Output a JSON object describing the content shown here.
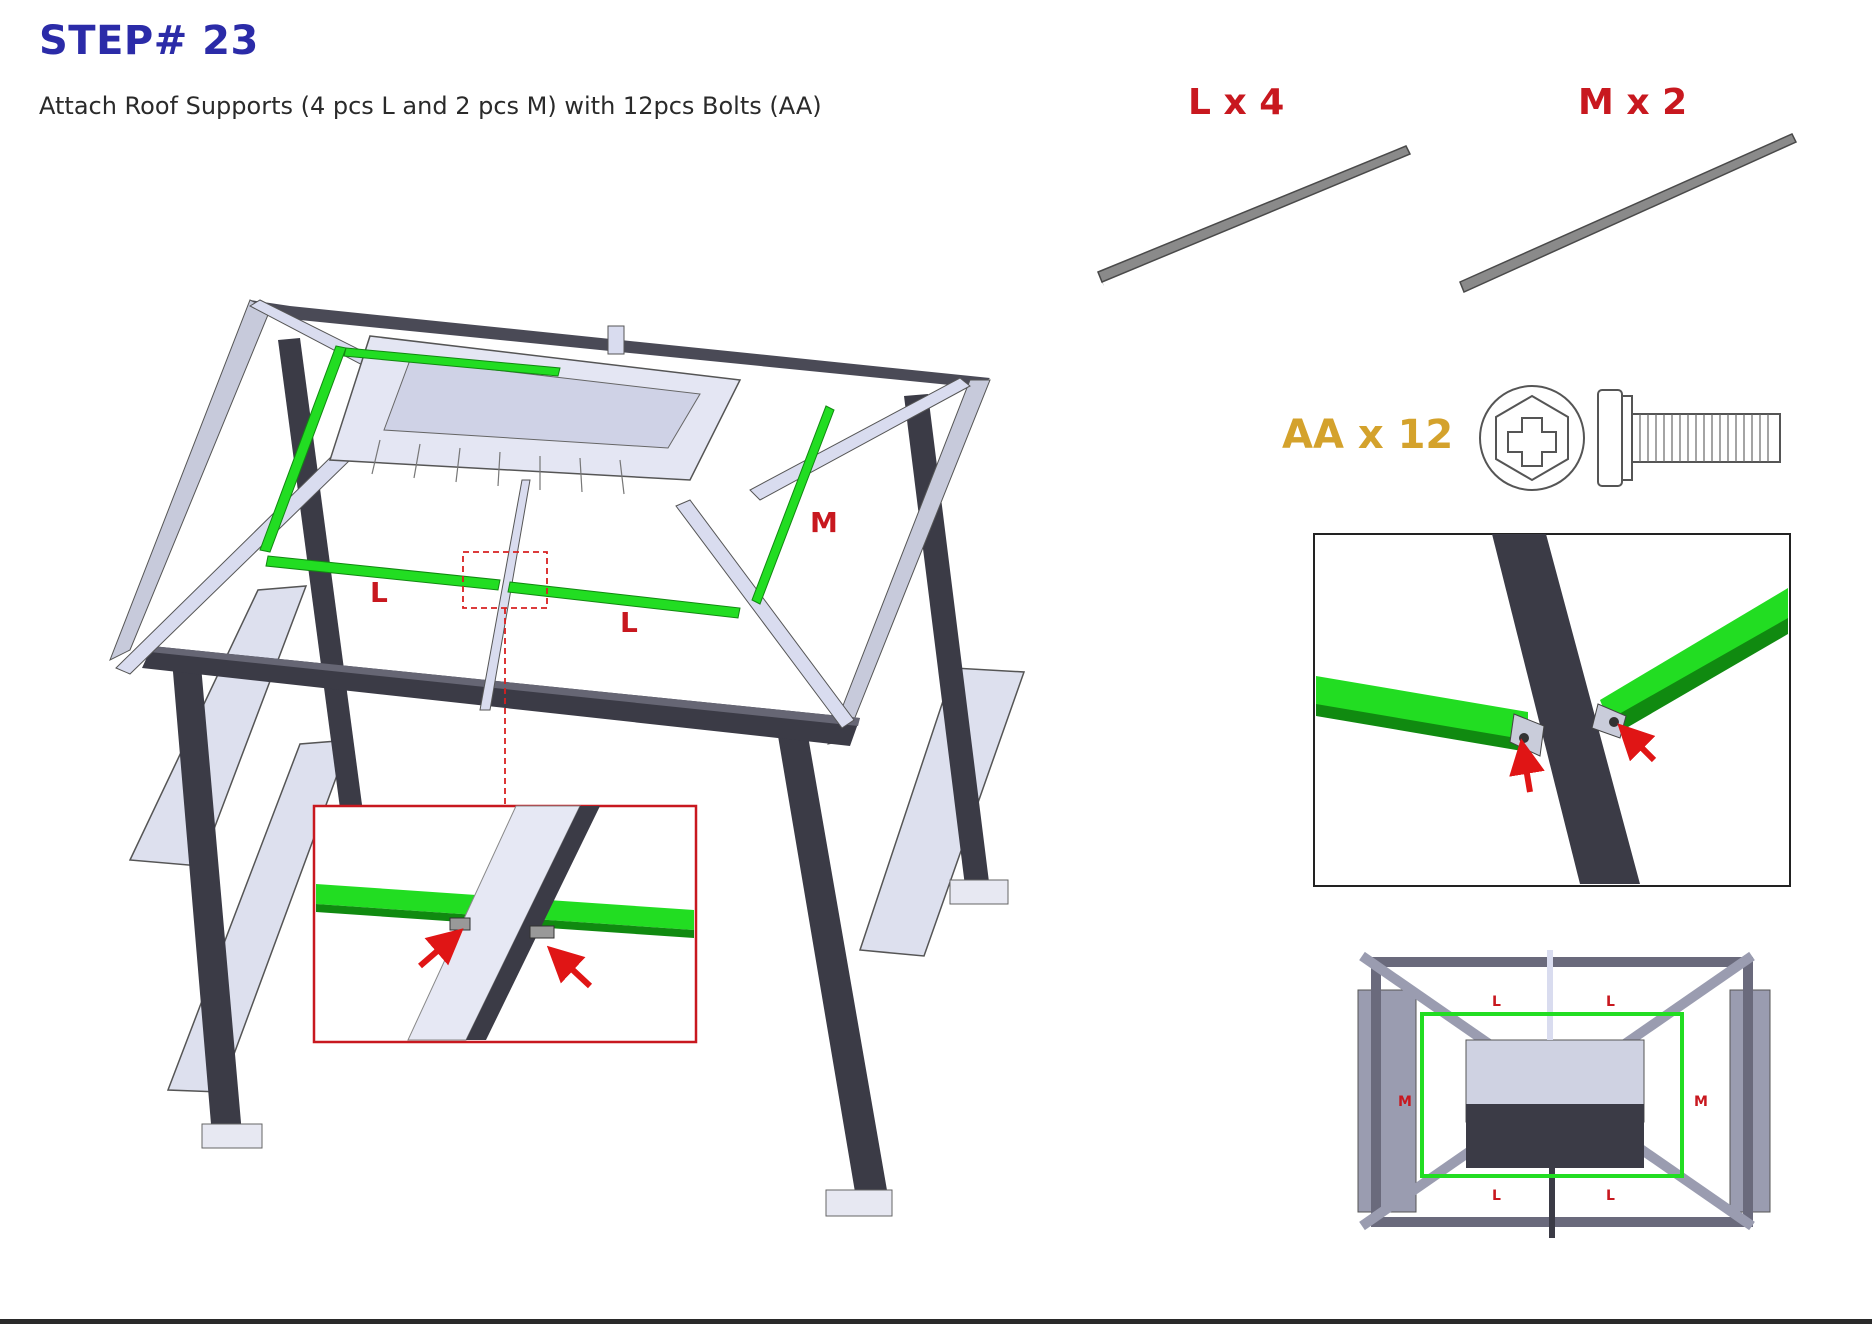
{
  "step": {
    "title": "STEP# 23"
  },
  "instruction": "Attach Roof Supports (4 pcs L and 2 pcs M) with 12pcs Bolts (AA)",
  "parts": {
    "l_count": "L x 4",
    "m_count": "M x 2",
    "bolt_count": "AA x 12"
  },
  "diagram_labels": {
    "L": "L",
    "M": "M"
  },
  "colors": {
    "title": "#2b2ba8",
    "part_label": "#c8181f",
    "bolt_label": "#d4a22c",
    "highlight_green": "#22dd22",
    "frame_dark": "#3b3b46",
    "frame_light": "#d9dcef"
  },
  "icons": [
    "roof-support-L-illustration",
    "roof-support-M-illustration",
    "bolt-head-icon",
    "bolt-side-icon",
    "gazebo-frame-illustration",
    "detail-zoom-inset",
    "top-view-illustration",
    "red-arrow-icon"
  ]
}
